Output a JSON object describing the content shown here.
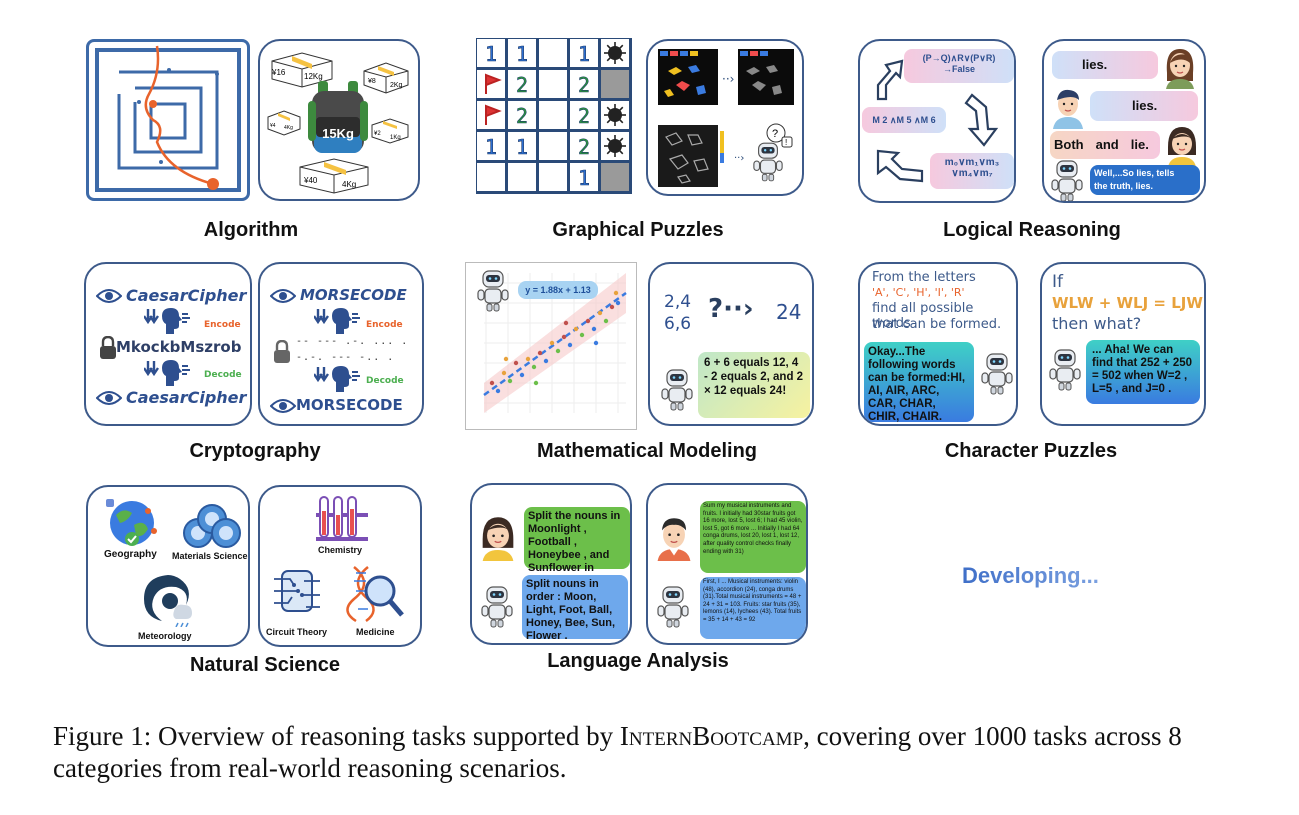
{
  "categories": {
    "algorithm": "Algorithm",
    "graphical_puzzles": "Graphical Puzzles",
    "logical_reasoning": "Logical Reasoning",
    "cryptography": "Cryptography",
    "mathematical_modeling": "Mathematical Modeling",
    "character_puzzles": "Character Puzzles",
    "natural_science": "Natural Science",
    "language_analysis": "Language Analysis"
  },
  "developing": "Developing...",
  "algorithm": {
    "boxes": [
      "¥16",
      "12Kg",
      "¥8",
      "2Kg",
      "¥4",
      "4Kg",
      "¥2",
      "1Kg",
      "¥40",
      "4Kg"
    ],
    "bag": "15Kg"
  },
  "minesweeper": {
    "grid": [
      [
        "1",
        "1",
        "",
        "1",
        "mine"
      ],
      [
        "flag",
        "2",
        "",
        "2",
        "gray"
      ],
      [
        "flag",
        "2",
        "",
        "2",
        "mine"
      ],
      [
        "1",
        "1",
        "",
        "2",
        "mine"
      ],
      [
        "",
        "",
        "",
        "1",
        "gray"
      ]
    ]
  },
  "logic": {
    "f1": "(P→Q)∧R∨(P∨R)",
    "f1b": "→False",
    "f2": "M 2 ∧M 5 ∧M 6",
    "f3": "m₀∨m₁∨m₃",
    "f3b": "∨m₄∨m₇",
    "b1": "lies.",
    "b2": "lies.",
    "b3a": "Both",
    "b3b": "and",
    "b3c": "lie.",
    "b4a": "Well,...So",
    "b4b": "lies,",
    "b4c": "tells",
    "b4d": "the truth,",
    "b4e": "lies."
  },
  "crypto": {
    "caesar1": "CaesarCipher",
    "encode": "Encode",
    "caesar_enc": "MkockbMszrob",
    "decode": "Decode",
    "caesar2": "CaesarCipher",
    "morse1": "MORSECODE",
    "morse_code1": "-- --- .-. ... .",
    "morse_code2": "-.-. --- -.. .",
    "morse2": "MORSECODE"
  },
  "math": {
    "fit": "y = 1.88x + 1.13",
    "nums1": "2,4",
    "nums2": "6,6",
    "target": "24",
    "answer": "6 + 6 equals 12, 4 - 2 equals 2, and 2 × 12 equals 24!"
  },
  "chars": {
    "q1": "From the letters",
    "q2": "'A', 'C', 'H', 'I', 'R'",
    "q3": "find all possible words",
    "q4": "that can be formed.",
    "a1": "Okay...The following words can be formed:HI, AI, AIR, ARC, CAR, CHAR, CHIR, CHAIR.",
    "p1": "If",
    "p2": "WLW + WLJ = LJW",
    "p3": "then what?",
    "a2": "... Aha! We can find that 252 + 250 = 502 when W=2 , L=5 , and J=0 ."
  },
  "science": {
    "geo": "Geography",
    "mat": "Materials Science",
    "met": "Meteorology",
    "chem": "Chemistry",
    "circuit": "Circuit Theory",
    "med": "Medicine"
  },
  "language": {
    "q1": "Split the nouns in Moonlight , Football , Honeybee , and Sunflower in order.",
    "a1": "Split nouns in order : Moon, Light, Foot, Ball, Honey, Bee, Sun, Flower .",
    "q2": "Sum my musical instruments and fruits. I initially had 30star fruits got 16 more, lost 5, lost 6; I had 45 violin, lost 5, got 6 more ... Initially I had 64 conga drums, lost 20, lost 1, lost 12, after quality control checks finally ending with 31)",
    "a2": "First, I ... Musical instruments: violin (48), accordion (24), conga drums (31).Total musical instruments = 48 + 24 + 31 = 103. Fruits: star fruits (35), lemons (14), lychees (43). Total fruits = 35 + 14 + 43 = 92"
  },
  "caption": {
    "prefix": "Figure 1: Overview of reasoning tasks supported by ",
    "brand": "InternBootcamp",
    "suffix": ", covering over 1000 tasks across 8 categories from real-world reasoning scenarios."
  },
  "colors": {
    "frame": "#3d5a8a",
    "accent_orange": "#e8632c",
    "bubble_pink": "#f6c9de",
    "bubble_blue": "#a8d3f2",
    "bubble_green": "#6cbf4a",
    "bubble_teal": "#3fd0c6"
  }
}
